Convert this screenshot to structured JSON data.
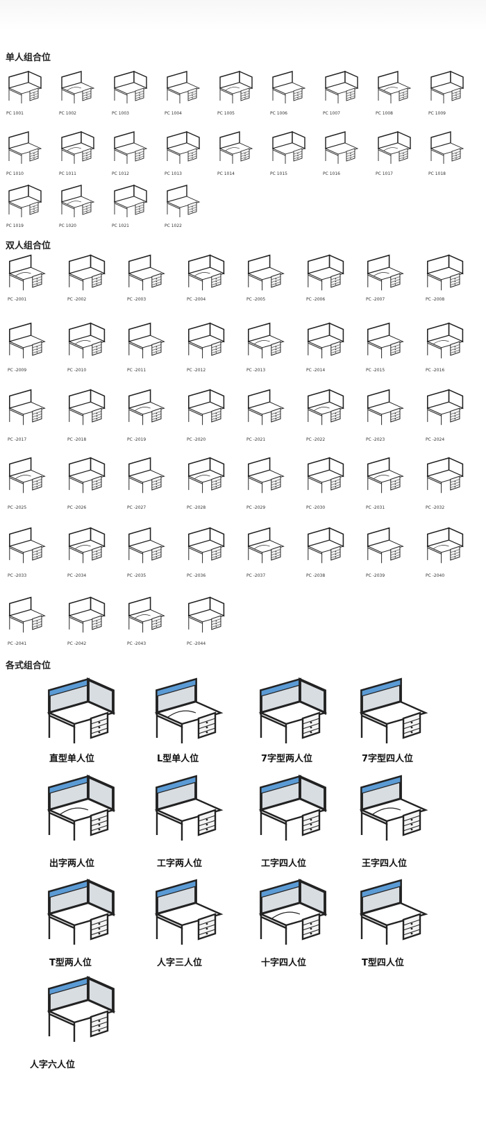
{
  "sections": {
    "single": {
      "title": "单人组合位",
      "codes": [
        "PC 1001",
        "PC 1002",
        "PC 1003",
        "PC 1004",
        "PC 1005",
        "PC 1006",
        "PC 1007",
        "PC 1008",
        "PC 1009",
        "PC 1010",
        "PC 1011",
        "PC 1012",
        "PC 1013",
        "PC 1014",
        "PC 1015",
        "PC 1016",
        "PC 1017",
        "PC 1018",
        "PC 1019",
        "PC 1020",
        "PC 1021",
        "PC 1022"
      ]
    },
    "double": {
      "title": "双人组合位",
      "codes": [
        "PC -2001",
        "PC -2002",
        "PC -2003",
        "PC -2004",
        "PC -2005",
        "PC -2006",
        "PC -2007",
        "PC -2008",
        "PC -2009",
        "PC -2010",
        "PC -2011",
        "PC -2012",
        "PC -2013",
        "PC -2014",
        "PC -2015",
        "PC -2016",
        "PC -2017",
        "PC -2018",
        "PC -2019",
        "PC -2020",
        "PC -2021",
        "PC -2022",
        "PC -2023",
        "PC -2024",
        "PC -2025",
        "PC -2026",
        "PC -2027",
        "PC -2028",
        "PC -2029",
        "PC -2030",
        "PC -2031",
        "PC -2032",
        "PC -2033",
        "PC -2034",
        "PC -2035",
        "PC -2036",
        "PC -2037",
        "PC -2038",
        "PC -2039",
        "PC -2040",
        "PC -2041",
        "PC -2042",
        "PC -2043",
        "PC -2044"
      ]
    },
    "various": {
      "title": "各式组合位",
      "labels": [
        "直型单人位",
        "L型单人位",
        "7字型两人位",
        "7字型四人位",
        "出字两人位",
        "工字两人位",
        "工字四人位",
        "王字四人位",
        "T型两人位",
        "人字三人位",
        "十字四人位",
        "T型四人位",
        "人字六人位"
      ]
    }
  },
  "colors": {
    "line": "#222222",
    "screen": "#5b9bd5",
    "panel": "#d8dde2"
  }
}
